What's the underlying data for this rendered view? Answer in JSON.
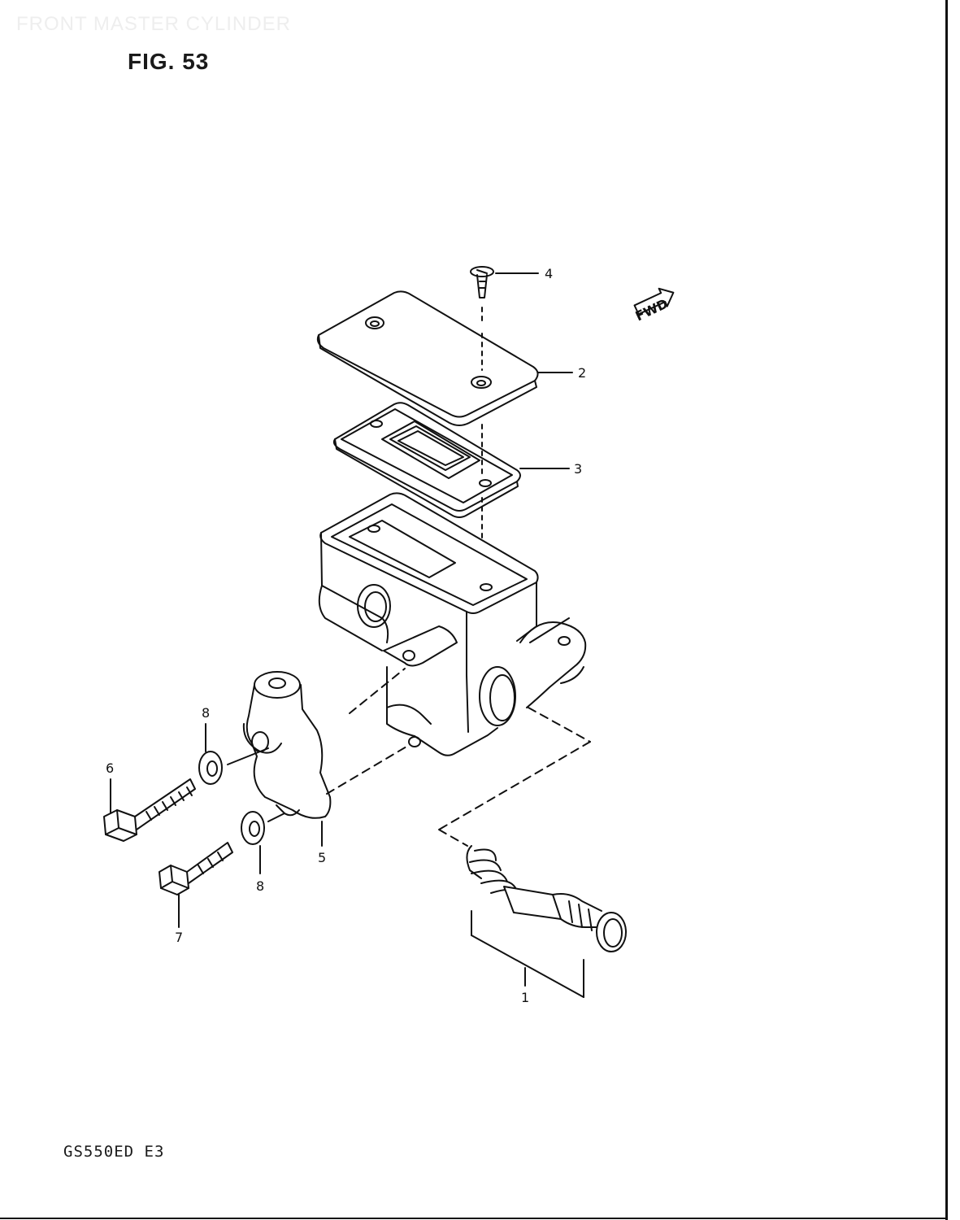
{
  "header": {
    "watermark_text": "FRONT MASTER CYLINDER",
    "figure_label": "FIG. 53"
  },
  "footer": {
    "model_code": "GS550ED  E3"
  },
  "callouts": {
    "piston_set": "1",
    "reservoir_cap": "2",
    "diaphragm": "3",
    "cap_screw": "4",
    "clamp": "5",
    "bolt_long": "6",
    "bolt_short": "7",
    "washer_upper": "8",
    "washer_lower": "8"
  },
  "fwd_badge": "FWD",
  "colors": {
    "ink": "#111111",
    "paper": "#ffffff"
  }
}
